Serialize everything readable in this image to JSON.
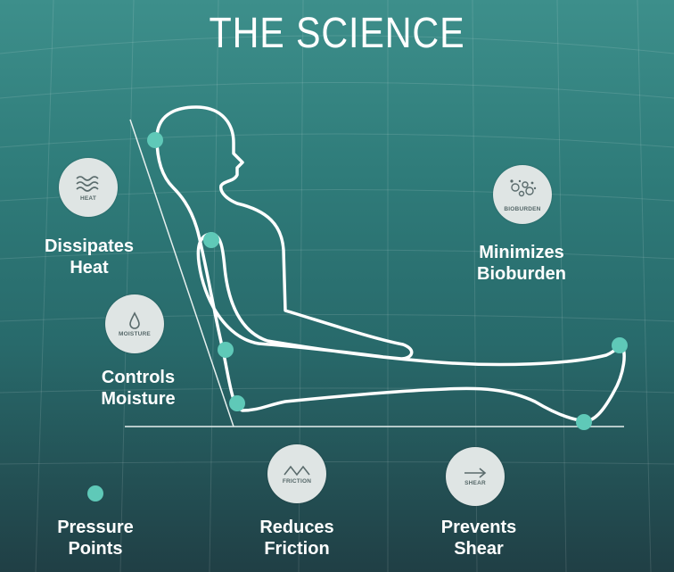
{
  "title": "THE SCIENCE",
  "features": {
    "heat": {
      "caption": "HEAT",
      "label_line1": "Dissipates",
      "label_line2": "Heat",
      "icon": "waves-icon"
    },
    "moisture": {
      "caption": "MOISTURE",
      "label_line1": "Controls",
      "label_line2": "Moisture",
      "icon": "water-drop-icon"
    },
    "bioburden": {
      "caption": "BIOBURDEN",
      "label_line1": "Minimizes",
      "label_line2": "Bioburden",
      "icon": "bubbles-icon"
    },
    "friction": {
      "caption": "FRICTION",
      "label_line1": "Reduces",
      "label_line2": "Friction",
      "icon": "zigzag-icon"
    },
    "shear": {
      "caption": "SHEAR",
      "label_line1": "Prevents",
      "label_line2": "Shear",
      "icon": "arrow-right-icon"
    }
  },
  "legend": {
    "label_line1": "Pressure",
    "label_line2": "Points"
  },
  "colors": {
    "pressure_point": "#5fc9b8",
    "badge_fill": "#dfe5e4",
    "outline": "#ffffff"
  }
}
